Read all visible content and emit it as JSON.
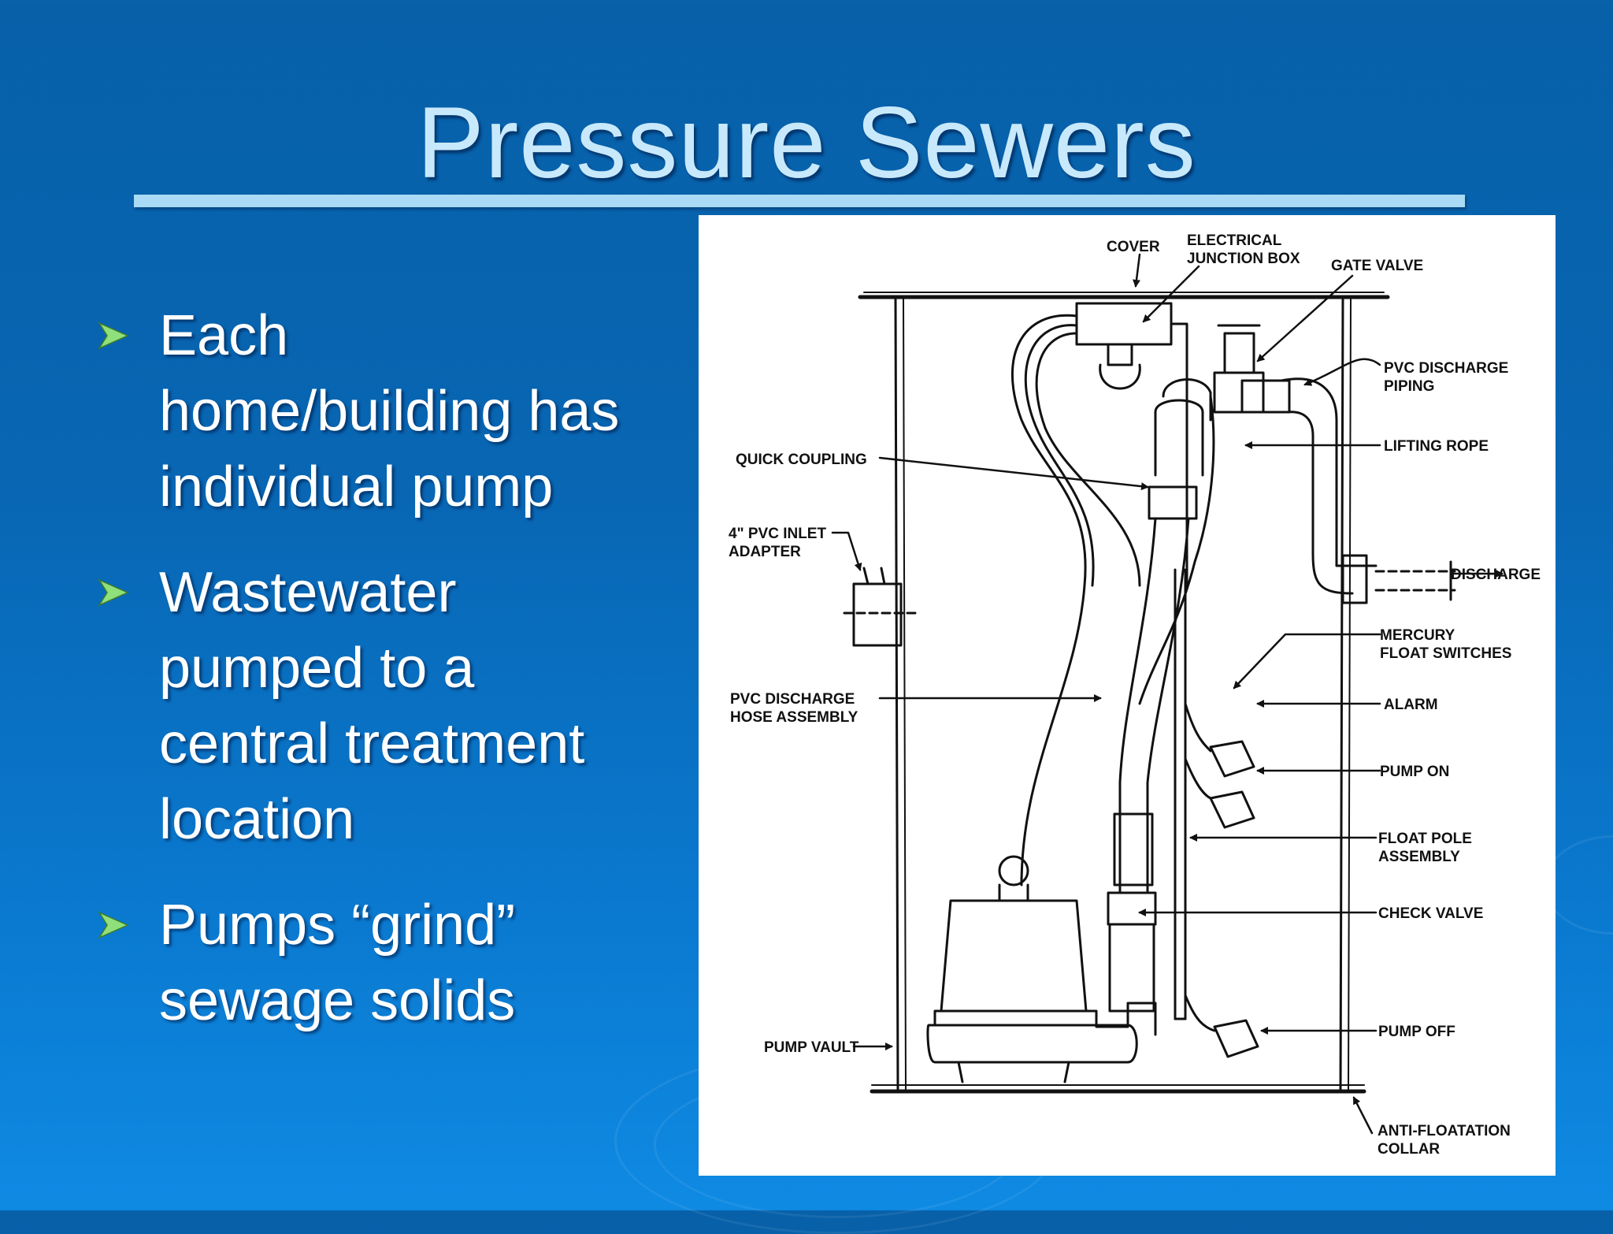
{
  "slide": {
    "title": "Pressure Sewers",
    "bullets": [
      {
        "lines": [
          "Each",
          "home/building has",
          "individual pump"
        ]
      },
      {
        "lines": [
          "Wastewater",
          "pumped to a",
          "central treatment",
          "location"
        ]
      },
      {
        "lines": [
          "Pumps “grind”",
          "sewage solids"
        ]
      }
    ]
  },
  "diagram": {
    "labels": {
      "cover": "COVER",
      "junction_box_1": "ELECTRICAL",
      "junction_box_2": "JUNCTION BOX",
      "gate_valve": "GATE VALVE",
      "pvc_piping_1": "PVC DISCHARGE",
      "pvc_piping_2": "PIPING",
      "lifting_rope": "LIFTING ROPE",
      "quick_coupling": "QUICK COUPLING",
      "inlet_1": "4\" PVC INLET",
      "inlet_2": "ADAPTER",
      "discharge": "DISCHARGE",
      "mercury_1": "MERCURY",
      "mercury_2": "FLOAT SWITCHES",
      "alarm": "ALARM",
      "hose_1": "PVC DISCHARGE",
      "hose_2": "HOSE ASSEMBLY",
      "pump_on": "PUMP ON",
      "float_pole_1": "FLOAT POLE",
      "float_pole_2": "ASSEMBLY",
      "check_valve": "CHECK VALVE",
      "pump_off": "PUMP OFF",
      "pump_vault": "PUMP VAULT",
      "collar_1": "ANTI-FLOATATION",
      "collar_2": "COLLAR"
    }
  },
  "colors": {
    "background": "#0866b3",
    "title": "#c8e9fb",
    "rule": "#a9dbf6",
    "bullet_arrow": "#8fe07a",
    "bullet_text": "#ffffff"
  },
  "icons": {
    "bullet": "arrow-bullet-icon"
  }
}
